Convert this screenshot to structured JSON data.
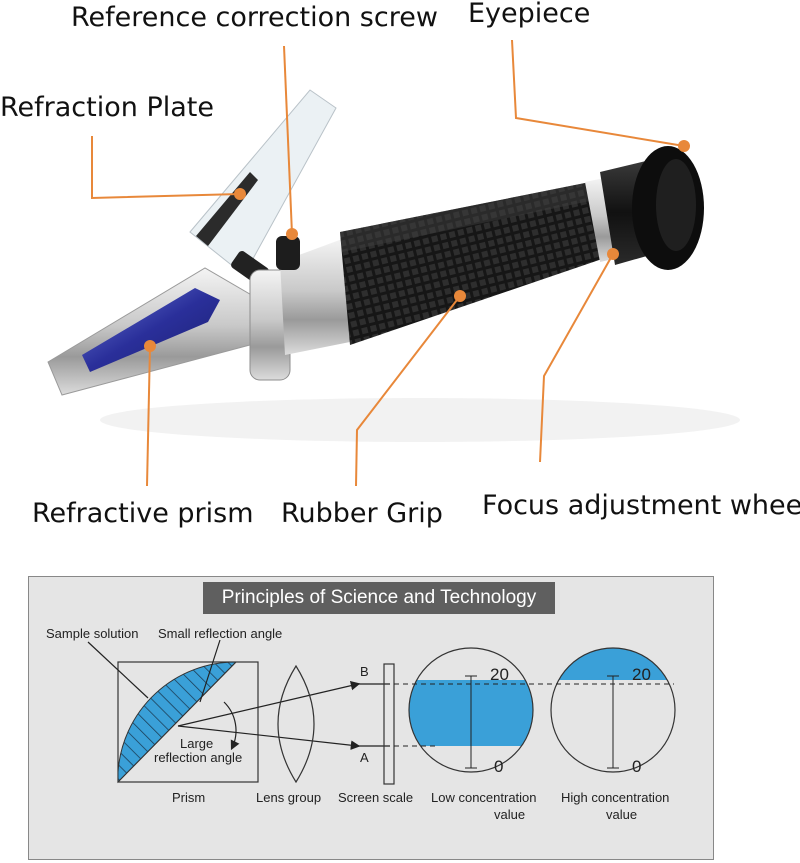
{
  "callouts": {
    "reference_correction_screw": "Reference correction screw",
    "eyepiece": "Eyepiece",
    "refraction_plate": "Refraction Plate",
    "refractive_prism": "Refractive prism",
    "rubber_grip": "Rubber Grip",
    "focus_adjustment_wheel": "Focus adjustment wheel"
  },
  "principles": {
    "title": "Principles of Science and Technology",
    "sample_solution": "Sample solution",
    "small_reflection_angle": "Small reflection angle",
    "large_reflection_angle_line1": "Large",
    "large_reflection_angle_line2": "reflection angle",
    "point_b": "B",
    "point_a": "A",
    "low_top_value": "20",
    "low_bottom_value": "0",
    "high_top_value": "20",
    "high_bottom_value": "0",
    "captions": {
      "prism": "Prism",
      "lens_group": "Lens group",
      "screen_scale": "Screen scale",
      "low_concentration_line1": "Low concentration",
      "low_concentration_line2": "value",
      "high_concentration_line1": "High concentration",
      "high_concentration_line2": "value"
    }
  },
  "colors": {
    "accent_orange": "#e8883a",
    "sample_blue": "#3aa0d8",
    "panel_gray": "#e5e5e5",
    "title_bar": "#5f5f5f"
  }
}
